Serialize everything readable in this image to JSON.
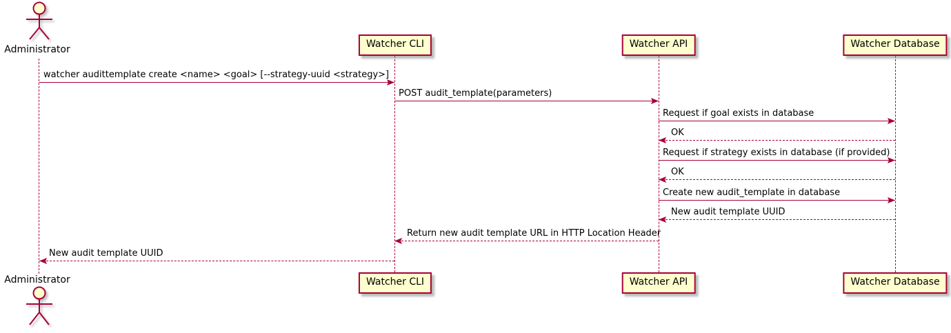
{
  "diagram": {
    "kind": "uml-sequence-diagram",
    "participants": [
      {
        "name": "Administrator",
        "type": "actor"
      },
      {
        "name": "Watcher CLI",
        "type": "participant"
      },
      {
        "name": "Watcher API",
        "type": "participant"
      },
      {
        "name": "Watcher Database",
        "type": "participant"
      }
    ],
    "messages": [
      {
        "from": "Administrator",
        "to": "Watcher CLI",
        "style": "solid",
        "text": "watcher audittemplate create <name> <goal> [--strategy-uuid <strategy>]"
      },
      {
        "from": "Watcher CLI",
        "to": "Watcher API",
        "style": "solid",
        "text": "POST audit_template(parameters)"
      },
      {
        "from": "Watcher API",
        "to": "Watcher Database",
        "style": "solid",
        "text": "Request if goal exists in database"
      },
      {
        "from": "Watcher Database",
        "to": "Watcher API",
        "style": "dashed",
        "text": "OK"
      },
      {
        "from": "Watcher API",
        "to": "Watcher Database",
        "style": "solid",
        "text": "Request if strategy exists in database (if provided)"
      },
      {
        "from": "Watcher Database",
        "to": "Watcher API",
        "style": "dashed",
        "text": "OK"
      },
      {
        "from": "Watcher API",
        "to": "Watcher Database",
        "style": "solid",
        "text": "Create new audit_template in database"
      },
      {
        "from": "Watcher Database",
        "to": "Watcher API",
        "style": "dashed",
        "text": "New audit template UUID"
      },
      {
        "from": "Watcher API",
        "to": "Watcher CLI",
        "style": "dashed",
        "text": "Return new audit template URL in HTTP Location Header"
      },
      {
        "from": "Watcher CLI",
        "to": "Administrator",
        "style": "dashed",
        "text": "New audit template UUID"
      }
    ],
    "colors": {
      "accent": "#A80036",
      "participant_fill": "#FEFECE",
      "text": "#000000",
      "background": "#FFFFFF"
    }
  }
}
